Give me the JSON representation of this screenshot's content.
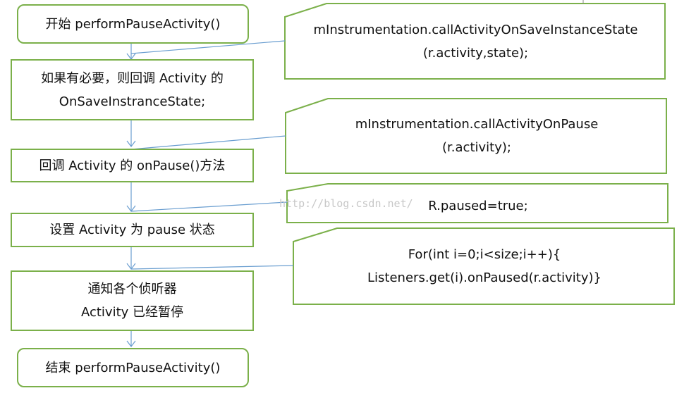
{
  "flow": {
    "start": "开始 performPauseActivity()",
    "step1": [
      "如果有必要，则回调 Activity 的",
      "OnSaveInstranceState;"
    ],
    "step2": "回调 Activity 的 onPause()方法",
    "step3": "设置 Activity 为 pause 状态",
    "step4": [
      "通知各个侦听器",
      "Activity 已经暂停"
    ],
    "end": "结束 performPauseActivity()"
  },
  "notes": {
    "note1": [
      "mInstrumentation.callActivityOnSaveInstanceState",
      "(r.activity,state);"
    ],
    "note2": [
      "mInstrumentation.callActivityOnPause",
      "(r.activity);"
    ],
    "note3": [
      "R.paused=true;"
    ],
    "note4": [
      "For(int i=0;i<size;i++){",
      "Listeners.get(i).onPaused(r.activity)}"
    ]
  },
  "watermark": "http://blog.csdn.net/",
  "colors": {
    "border": "#7bb04a",
    "arrow": "#6a9ed0"
  }
}
